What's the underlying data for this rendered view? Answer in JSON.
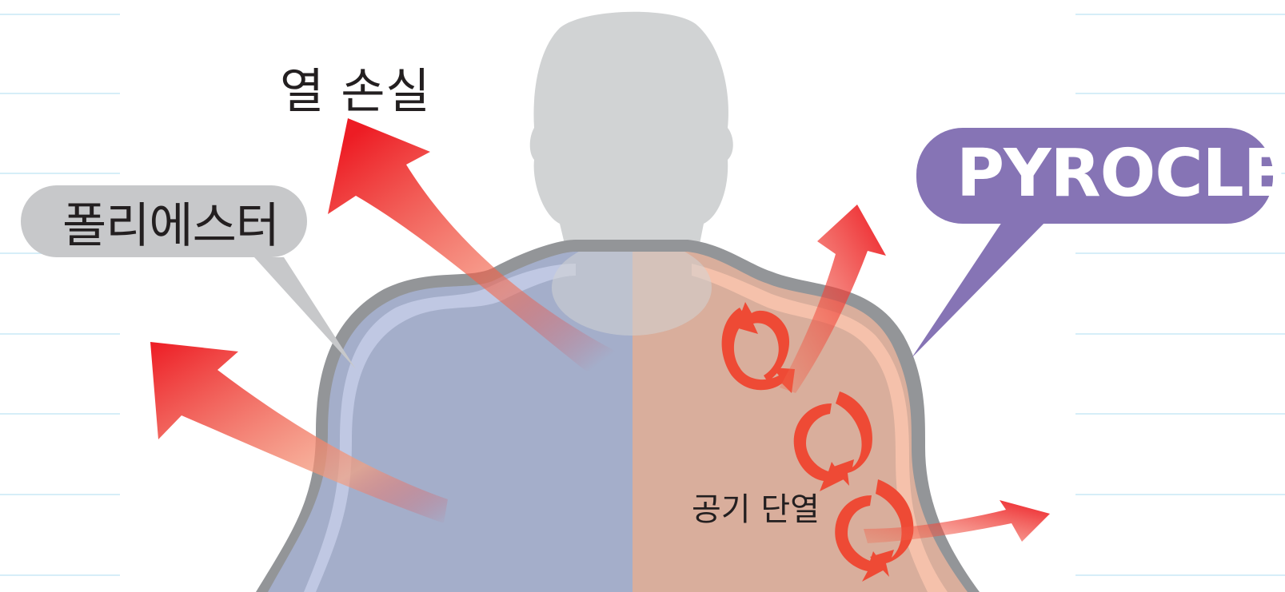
{
  "labels": {
    "heat_loss": "열 손실",
    "polyester": "폴리에스터",
    "pyrocle": "PYROCLE",
    "air_insulation": "공기 단열"
  },
  "colors": {
    "polyester_fabric": "#a4aeca",
    "pyrocle_fabric": "#d9ae9c",
    "outer_shell": "#939598",
    "head": "#d1d3d4",
    "pyrocle_bubble": "#8674b5",
    "polyester_bubble": "#c7c8ca",
    "arrow_red": "#ed1c24",
    "rule_lines": "#d6eef8"
  }
}
